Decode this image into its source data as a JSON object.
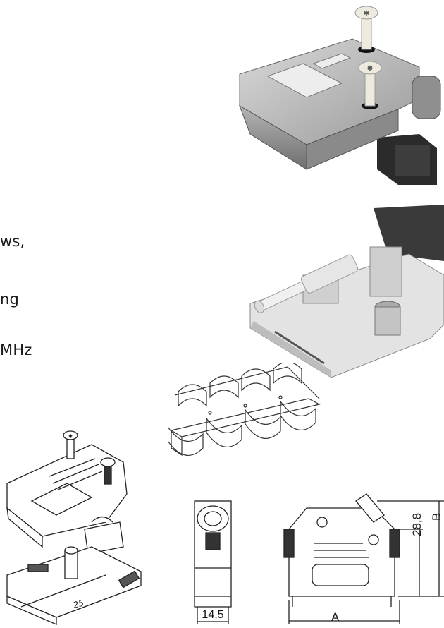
{
  "text_fragments": [
    "ws,",
    "ng",
    "MHz"
  ],
  "dimensions": {
    "width_label": "14,5",
    "height_label": "28,8",
    "a_label": "A",
    "b_label": "B"
  },
  "hood_number": "25"
}
